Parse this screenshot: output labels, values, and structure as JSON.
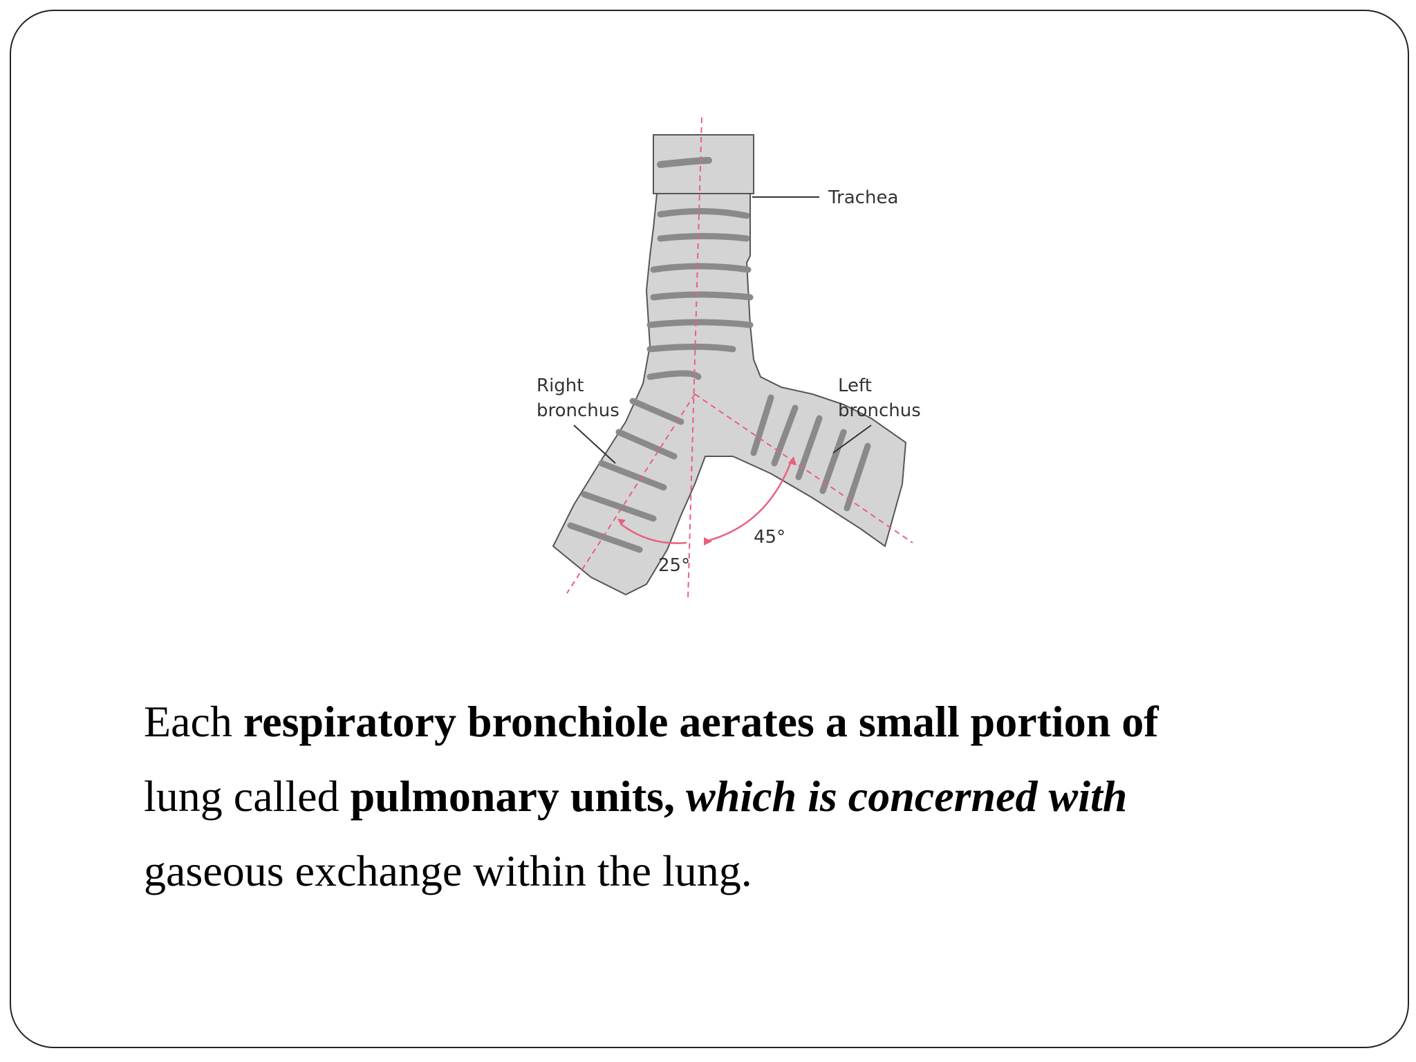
{
  "diagram": {
    "labels": {
      "trachea": "Trachea",
      "right_line1": "Right",
      "right_line2": "bronchus",
      "left_line1": "Left",
      "left_line2": "bronchus"
    },
    "angles": {
      "right": "25°",
      "left": "45°"
    },
    "colors": {
      "airway_fill": "#d4d4d4",
      "cartilage_ring": "#9a9a9a",
      "outline": "#555555",
      "guide_line": "#e8607e"
    }
  },
  "caption": {
    "line1_plain": "Each ",
    "line1_bold": "respiratory bronchiole aerates a small portion of",
    "line2_plain": "lung called ",
    "line2_bold": "pulmonary units,",
    "line2_bold_italic": " which is concerned with",
    "line3_plain": "gaseous exchange within the lung."
  }
}
